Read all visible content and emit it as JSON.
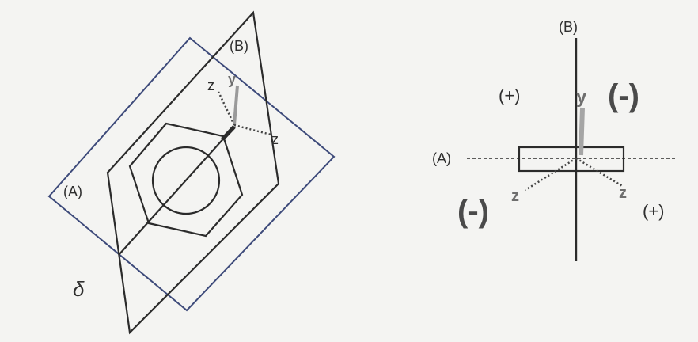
{
  "left_diagram": {
    "plane_a_label": "(A)",
    "plane_b_label": "(B)",
    "axis_y_label": "y",
    "axis_z_left_label": "z",
    "axis_z_right_label": "z",
    "margin_mark": "δ"
  },
  "right_diagram": {
    "plane_a_label": "(A)",
    "plane_b_label": "(B)",
    "axis_y_label": "y",
    "axis_z_left_label": "z",
    "axis_z_right_label": "z",
    "sign_upper_left": "(+)",
    "sign_upper_right": "(-)",
    "sign_lower_left": "(-)",
    "sign_lower_right": "(+)"
  },
  "colors": {
    "line": "#2b2b2b",
    "plane_a_border": "#3d4a7a",
    "axis_gray": "#8a8a8a",
    "background": "#f4f4f2"
  }
}
